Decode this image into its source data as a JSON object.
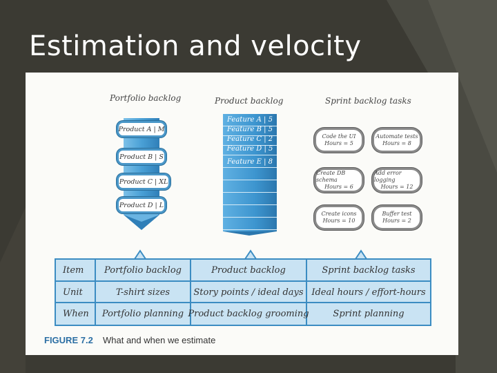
{
  "slide": {
    "title": "Estimation and velocity"
  },
  "figure": {
    "portfolio": {
      "title": "Portfolio backlog",
      "items": [
        "Product A | M",
        "Product B | S",
        "Product C | XL",
        "Product D | L"
      ]
    },
    "product": {
      "title": "Product backlog",
      "features": [
        "Feature A | 5",
        "Feature B | 5",
        "Feature C | 2",
        "Feature D | 5",
        "Feature E | 8"
      ]
    },
    "sprint": {
      "title": "Sprint backlog tasks",
      "tasks": [
        {
          "name": "Code the UI",
          "hours": "Hours = 5"
        },
        {
          "name": "Automate tests",
          "hours": "Hours = 8"
        },
        {
          "name": "Create DB schema",
          "hours": "Hours = 6"
        },
        {
          "name": "Add error logging",
          "hours": "Hours = 12"
        },
        {
          "name": "Create icons",
          "hours": "Hours = 10"
        },
        {
          "name": "Buffer test",
          "hours": "Hours = 2"
        }
      ]
    },
    "table": {
      "rows": [
        [
          "Item",
          "Portfolio backlog",
          "Product backlog",
          "Sprint backlog tasks"
        ],
        [
          "Unit",
          "T-shirt sizes",
          "Story points / ideal days",
          "Ideal hours / effort-hours"
        ],
        [
          "When",
          "Portfolio planning",
          "Product backlog grooming",
          "Sprint planning"
        ]
      ]
    },
    "caption": {
      "number": "FIGURE 7.2",
      "text": "What and when we estimate"
    }
  }
}
